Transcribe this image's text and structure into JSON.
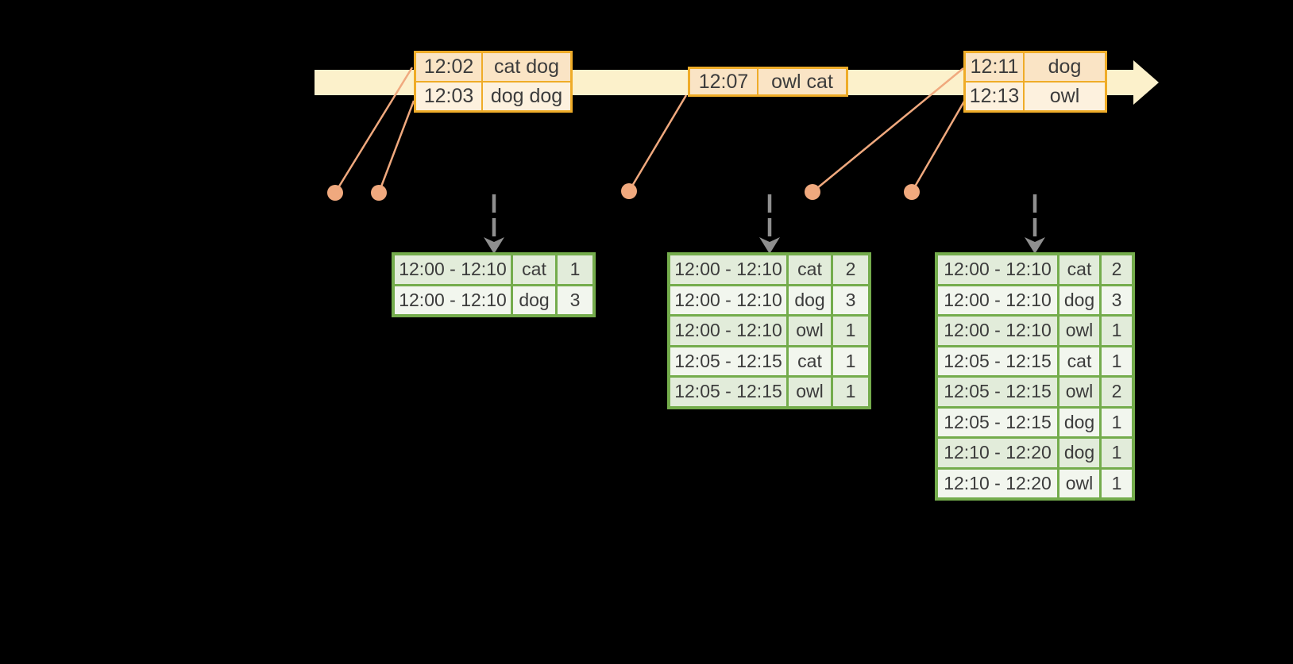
{
  "colors": {
    "background": "#000000",
    "timeline_fill": "#fcf1cb",
    "event_table_border": "#efac28",
    "event_row_peach": "#fae4c5",
    "event_row_cream": "#fdf1de",
    "connector_salmon": "#f0a97e",
    "result_table_border": "#74ac4c",
    "result_row_tint": "#e2ecda",
    "result_row_light": "#f2f6ee",
    "trigger_arrow_gray": "#8f8f8f",
    "text": "#3c3c3c"
  },
  "event_groups": [
    {
      "rows": [
        {
          "time": "12:02",
          "words": "cat dog"
        },
        {
          "time": "12:03",
          "words": "dog dog"
        }
      ]
    },
    {
      "rows": [
        {
          "time": "12:07",
          "words": "owl cat"
        }
      ]
    },
    {
      "rows": [
        {
          "time": "12:11",
          "words": "dog"
        },
        {
          "time": "12:13",
          "words": "owl"
        }
      ]
    }
  ],
  "result_tables": [
    {
      "rows": [
        {
          "window": "12:00 - 12:10",
          "word": "cat",
          "count": "1"
        },
        {
          "window": "12:00 - 12:10",
          "word": "dog",
          "count": "3"
        }
      ]
    },
    {
      "rows": [
        {
          "window": "12:00 - 12:10",
          "word": "cat",
          "count": "2"
        },
        {
          "window": "12:00 - 12:10",
          "word": "dog",
          "count": "3"
        },
        {
          "window": "12:00 - 12:10",
          "word": "owl",
          "count": "1"
        },
        {
          "window": "12:05 - 12:15",
          "word": "cat",
          "count": "1"
        },
        {
          "window": "12:05 - 12:15",
          "word": "owl",
          "count": "1"
        }
      ]
    },
    {
      "rows": [
        {
          "window": "12:00 - 12:10",
          "word": "cat",
          "count": "2"
        },
        {
          "window": "12:00 - 12:10",
          "word": "dog",
          "count": "3"
        },
        {
          "window": "12:00 - 12:10",
          "word": "owl",
          "count": "1"
        },
        {
          "window": "12:05 - 12:15",
          "word": "cat",
          "count": "1"
        },
        {
          "window": "12:05 - 12:15",
          "word": "owl",
          "count": "2"
        },
        {
          "window": "12:05 - 12:15",
          "word": "dog",
          "count": "1"
        },
        {
          "window": "12:10 - 12:20",
          "word": "dog",
          "count": "1"
        },
        {
          "window": "12:10 - 12:20",
          "word": "owl",
          "count": "1"
        }
      ]
    }
  ]
}
